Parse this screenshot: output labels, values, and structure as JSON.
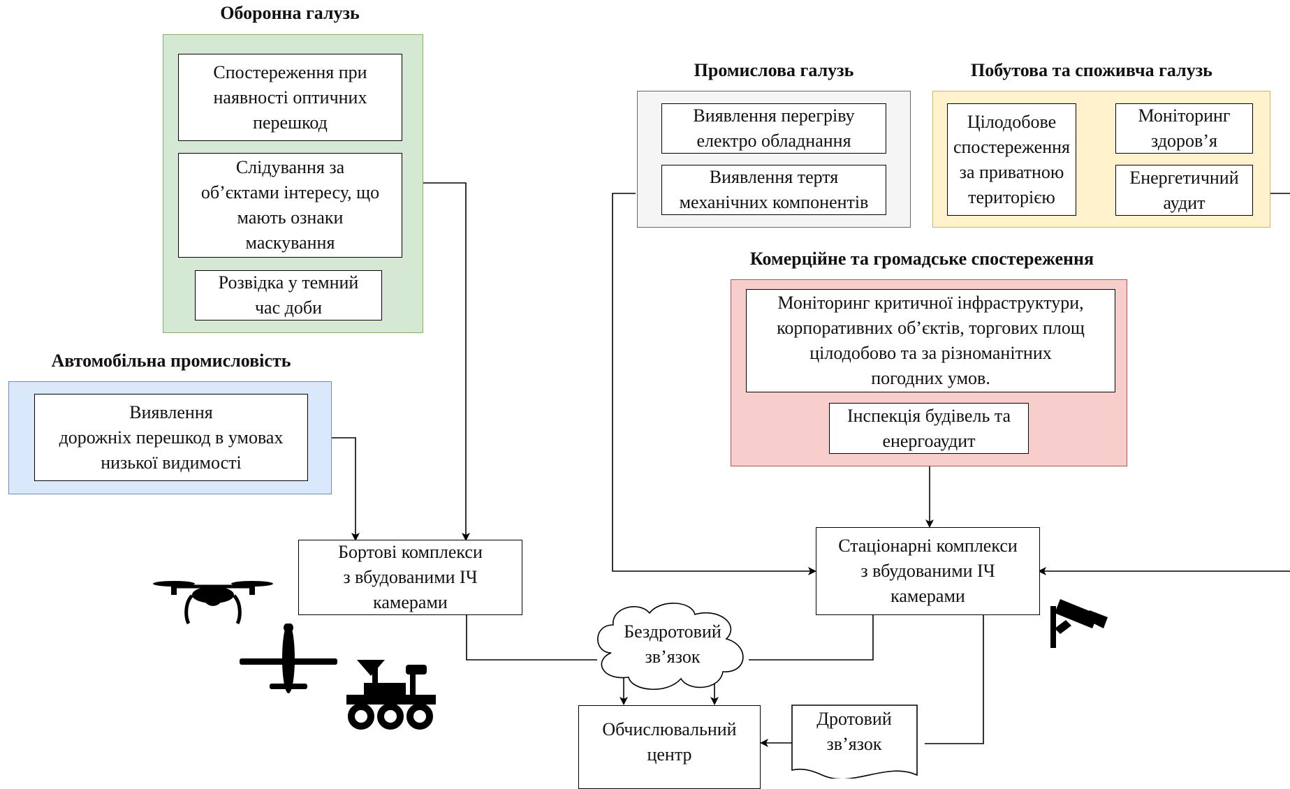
{
  "colors": {
    "defense_fill": "#d5e8d4",
    "defense_border": "#82b366",
    "auto_fill": "#dae8fc",
    "auto_border": "#6c8ebf",
    "industrial_fill": "#f5f5f5",
    "industrial_border": "#666666",
    "household_fill": "#fff2cc",
    "household_border": "#d6b656",
    "commercial_fill": "#f8cecc",
    "commercial_border": "#b85450"
  },
  "groups": {
    "defense": {
      "title": "Оборонна галузь",
      "items": [
        "Спостереження при\nнаявності оптичних\nперешкод",
        "Слідування за\nоб’єктами інтересу, що\nмають ознаки\nмаскування",
        "Розвідка у темний\nчас доби"
      ]
    },
    "automotive": {
      "title": "Автомобільна промисловість",
      "items": [
        "Виявлення\nдорожніх перешкод в умовах\nнизької видимості"
      ]
    },
    "industrial": {
      "title": "Промислова галузь",
      "items": [
        "Виявлення перегріву\nелектро обладнання",
        "Виявлення тертя\nмеханічних компонентів"
      ]
    },
    "household": {
      "title": "Побутова та споживча галузь",
      "items": [
        "Цілодобове\nспостереження\nза приватною\nтериторією",
        "Моніторинг\nздоров’я",
        "Енергетичний\nаудит"
      ]
    },
    "commercial": {
      "title": "Комерційне та громадське спостереження",
      "items": [
        "Моніторинг критичної інфраструктури,\nкорпоративних об’єктів, торгових площ\nцілодобово та за різноманітних\nпогодних умов.",
        "Інспекція будівель та\nенергоаудит"
      ]
    }
  },
  "nodes": {
    "onboard": "Бортові комплекси\nз вбудованими ІЧ\nкамерами",
    "stationary": "Стаціонарні комплекси\nз вбудованими ІЧ\nкамерами",
    "wireless": "Бездротовий\nзв’язок",
    "wired": "Дротовий\nзв’язок",
    "compute": "Обчислювальний\nцентр"
  },
  "icons": [
    "quadcopter-drone-icon",
    "fixed-wing-drone-icon",
    "rover-robot-icon",
    "security-camera-icon"
  ]
}
